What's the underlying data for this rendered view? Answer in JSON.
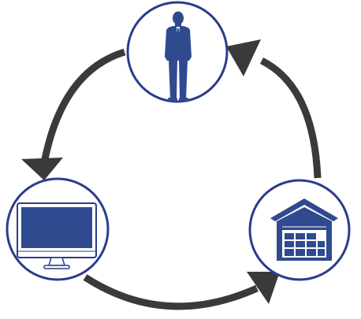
{
  "diagram": {
    "type": "cycle",
    "colors": {
      "node_fill": "#ffffff",
      "node_stroke": "#2a3c8c",
      "icon_fill": "#2f4a8f",
      "arrow": "#3a3a3a"
    },
    "nodes": [
      {
        "id": "person",
        "icon": "businessman-icon"
      },
      {
        "id": "warehouse",
        "icon": "warehouse-icon"
      },
      {
        "id": "computer",
        "icon": "computer-monitor-icon"
      }
    ],
    "flows": [
      {
        "from": "warehouse",
        "to": "person"
      },
      {
        "from": "person",
        "to": "computer"
      },
      {
        "from": "computer",
        "to": "warehouse"
      }
    ]
  }
}
